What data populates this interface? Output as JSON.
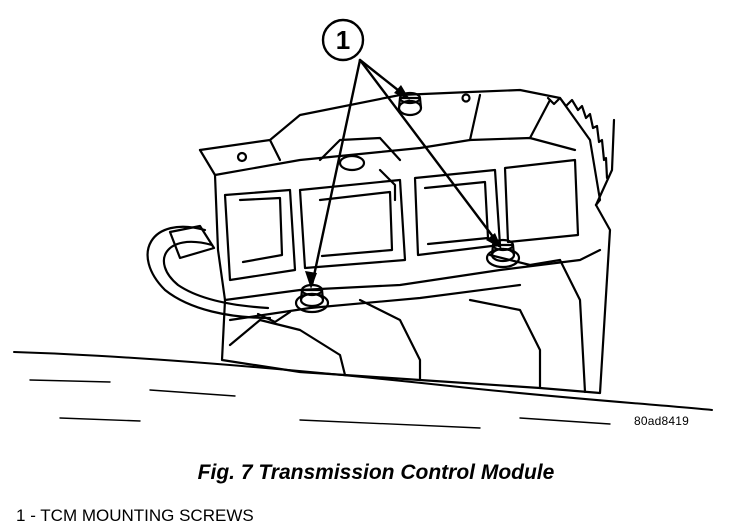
{
  "callout": {
    "number": "1"
  },
  "figure_code": "80ad8419",
  "caption": "Fig. 7 Transmission Control Module",
  "legend": [
    {
      "number": "1",
      "separator": " - ",
      "label": "TCM MOUNTING SCREWS"
    }
  ]
}
